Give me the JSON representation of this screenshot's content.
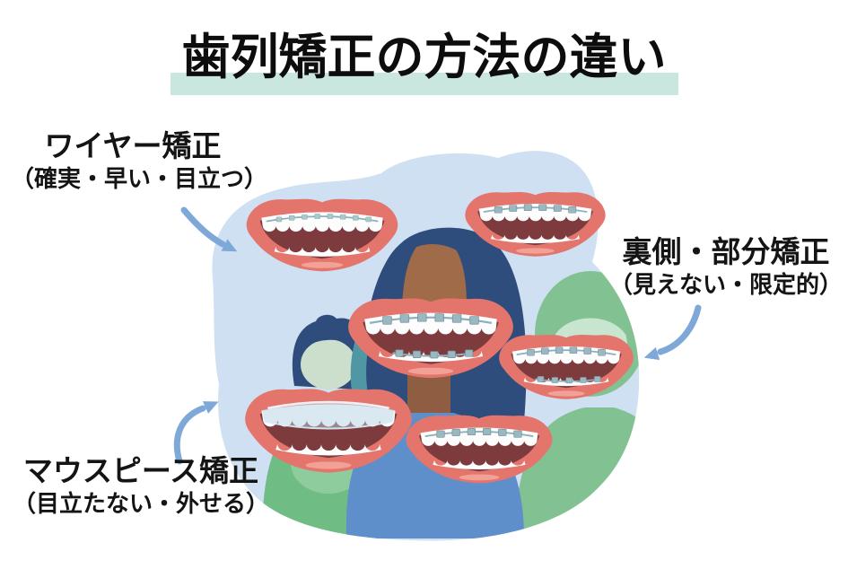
{
  "title": {
    "text": "歯列矯正の方法の違い",
    "highlight_color": "#c9e7de"
  },
  "annotations": [
    {
      "id": "wire",
      "name": "ワイヤー矯正",
      "traits": "（確実・早い・目立つ）",
      "position": "top-left"
    },
    {
      "id": "lingual",
      "name": "裏側・部分矯正",
      "traits": "（見えない・限定的）",
      "position": "right"
    },
    {
      "id": "mouthpiece",
      "name": "マウスピース矯正",
      "traits": "（目立たない・外せる）",
      "position": "bottom-left"
    }
  ],
  "illustration": {
    "scene": "Three smiling people inside a light blue blob, surrounded by six large mouths showing different orthodontic appliances",
    "mouths": [
      {
        "id": "mouth-top-left",
        "appliance": "wire braces with small brackets, upper teeth",
        "linked_annotation": "ワイヤー矯正"
      },
      {
        "id": "mouth-top-right",
        "appliance": "bracket braces, upper teeth",
        "linked_annotation": "ワイヤー矯正"
      },
      {
        "id": "mouth-center",
        "appliance": "full bracket braces, upper and lower teeth",
        "linked_annotation": "ワイヤー矯正"
      },
      {
        "id": "mouth-right",
        "appliance": "bracket braces, upper and lower teeth",
        "linked_annotation": "裏側・部分矯正"
      },
      {
        "id": "mouth-bottom-left",
        "appliance": "clear mouthpiece aligner",
        "linked_annotation": "マウスピース矯正"
      },
      {
        "id": "mouth-bottom-center",
        "appliance": "bracket braces, upper teeth",
        "linked_annotation": "マウスピース矯正"
      }
    ],
    "figures": [
      {
        "id": "left-person",
        "look": "navy hair, pale mint face, green shirt"
      },
      {
        "id": "center-woman",
        "look": "long navy hair, brown skin, blue shirt"
      },
      {
        "id": "right-person",
        "look": "green hair, light green face, green top"
      }
    ],
    "colors": {
      "blob": "#cfe0f2",
      "lips": "#e4756d",
      "inner_mouth": "#7d3b3e",
      "teeth": "#fdfdfd",
      "bracket": "#9bb7c0",
      "aligner_tint": "#b7d3e6",
      "arrow": "#7da8d8",
      "hair_navy": "#2e4d7c",
      "skin_brown": "#a06b49",
      "green": "#82c292",
      "shirt_blue": "#5e8fca",
      "shirt_green": "#6fbd85",
      "title_band": "#c9e7de"
    }
  }
}
